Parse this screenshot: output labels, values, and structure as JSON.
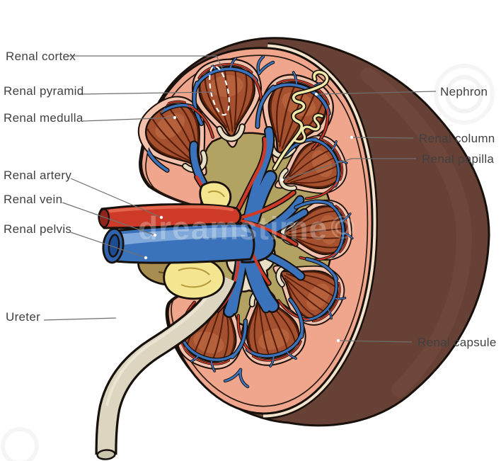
{
  "labels": {
    "left": [
      {
        "text": "Renal cortex"
      },
      {
        "text": "Renal pyramid"
      },
      {
        "text": "Renal medulla"
      },
      {
        "text": "Renal artery"
      },
      {
        "text": "Renal vein"
      },
      {
        "text": "Renal pelvis"
      },
      {
        "text": "Ureter"
      }
    ],
    "right": [
      {
        "text": "Nephron"
      },
      {
        "text": "Renal column"
      },
      {
        "text": "Renal papilla"
      },
      {
        "text": "Renal capsule"
      }
    ]
  },
  "watermark": {
    "text": "dreamstime"
  },
  "colors": {
    "capsule": "#684136",
    "cortex": "#efa68c",
    "column": "#f4c2ac",
    "pyramid": "#a5512f",
    "vein": "#3a72bc",
    "artery": "#cd3b28",
    "pelvis": "#a78d4f",
    "fat": "#f4e591",
    "ureter": "#dcd6c0",
    "nephron": "#f0e9a8",
    "calyx": "#e8dfc4",
    "hilum": "#b2a363"
  }
}
